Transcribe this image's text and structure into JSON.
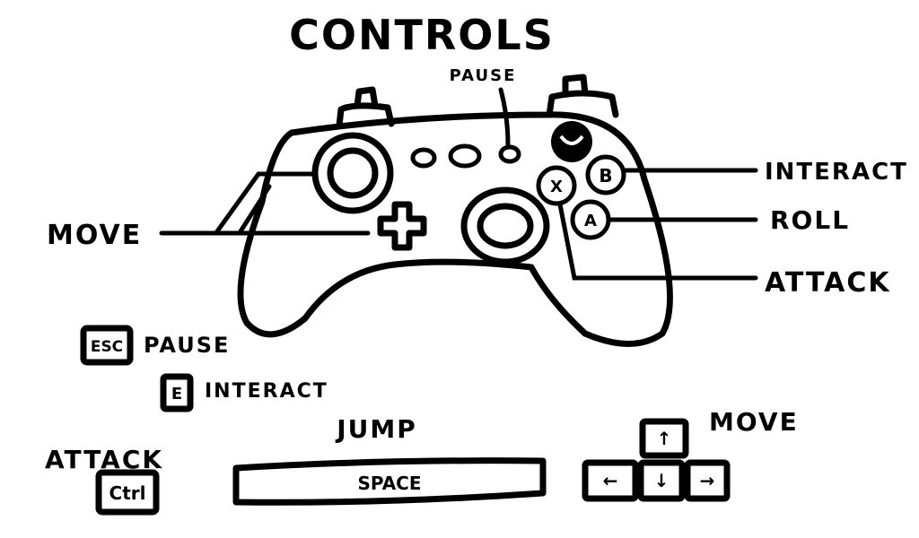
{
  "title": "CONTROLS",
  "gamepad": {
    "pause": "PAUSE",
    "interact": "INTERACT",
    "roll": "ROLL",
    "attack": "ATTACK",
    "move": "MOVE",
    "button_b": "B",
    "button_x": "X",
    "button_a": "A"
  },
  "keyboard": {
    "pause_key": "ESC",
    "pause_label": "PAUSE",
    "interact_key": "E",
    "interact_label": "INTERACT",
    "attack_label": "ATTACK",
    "attack_key": "Ctrl",
    "jump_label": "JUMP",
    "jump_key": "SPACE",
    "move_label": "MOVE",
    "up_key": "↑",
    "left_key": "←",
    "down_key": "↓",
    "right_key": "→"
  }
}
